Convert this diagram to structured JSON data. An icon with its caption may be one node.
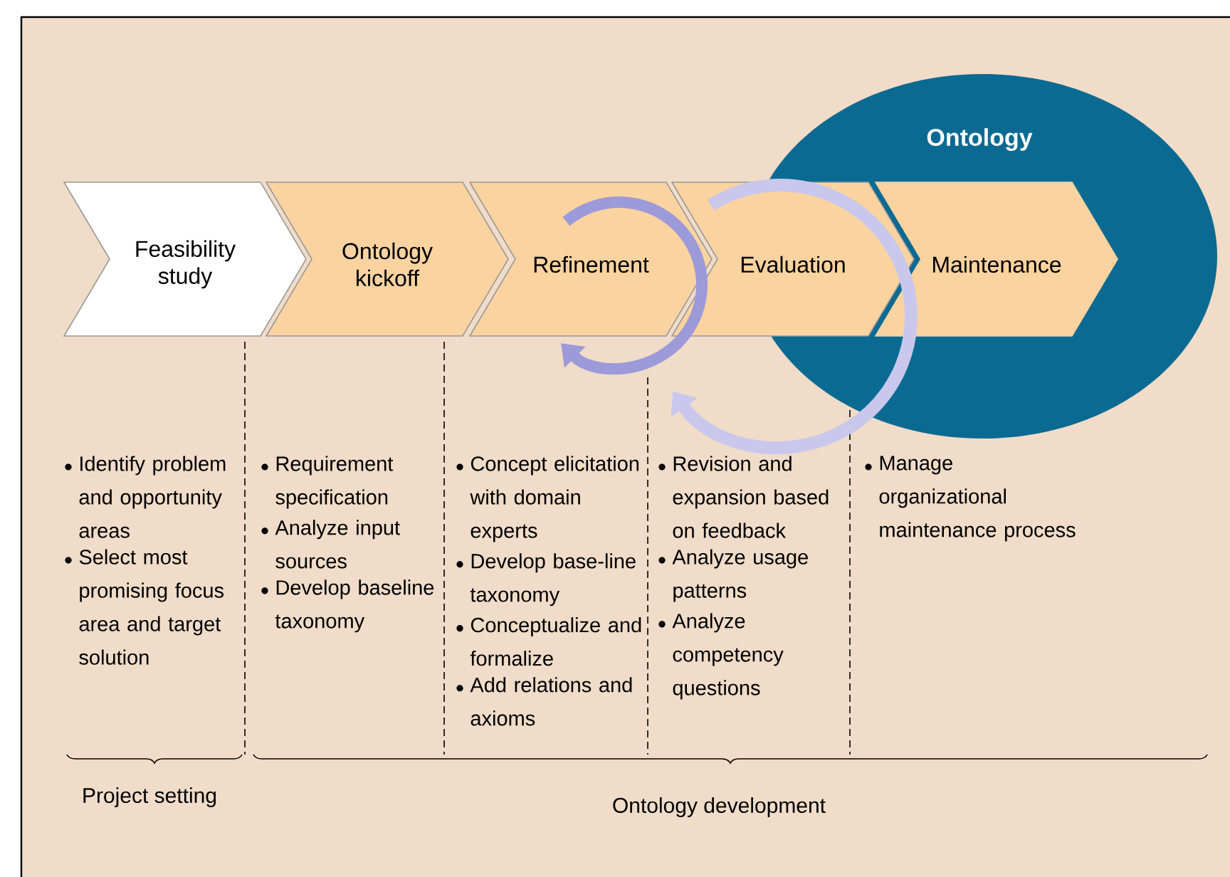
{
  "diagram": {
    "nodes": [
      {
        "text": [
          "Ontology"
        ]
      },
      {
        "text": [
          "Feasibility study"
        ]
      },
      {
        "text": [
          "Ontology kickoff"
        ]
      },
      {
        "text": [
          "Refinement"
        ]
      },
      {
        "text": [
          "Evaluation"
        ]
      },
      {
        "text": [
          "Maintenance"
        ],
        "in": 0
      }
    ],
    "labels": [
      "Identify problem and opportunity areas",
      "Select most promising focus area and target solution",
      "Requirement specification",
      "Analyze input sources",
      "Develop baseline taxonomy",
      "Concept elicitation with domain experts",
      "Develop base-line taxonomy",
      "Conceptualize and formalize",
      "Add relations and axioms",
      "Revision and expansion based on feedback",
      "Analyze usage patterns",
      "Analyze competency questions",
      "Manage organizational maintenance process",
      "Project setting",
      "Ontology development"
    ]
  }
}
